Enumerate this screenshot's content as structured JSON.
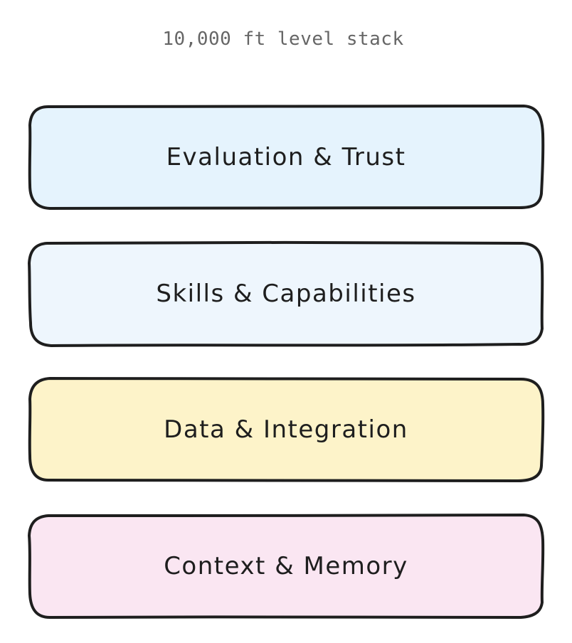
{
  "diagram": {
    "title": "10,000 ft level stack",
    "layers": [
      {
        "label": "Evaluation & Trust",
        "fill": "#e5f3fd"
      },
      {
        "label": "Skills & Capabilities",
        "fill": "#eef6fd"
      },
      {
        "label": "Data & Integration",
        "fill": "#fdf3c9"
      },
      {
        "label": "Context & Memory",
        "fill": "#fae6f2"
      }
    ],
    "stroke_color": "#1e1e1e"
  }
}
